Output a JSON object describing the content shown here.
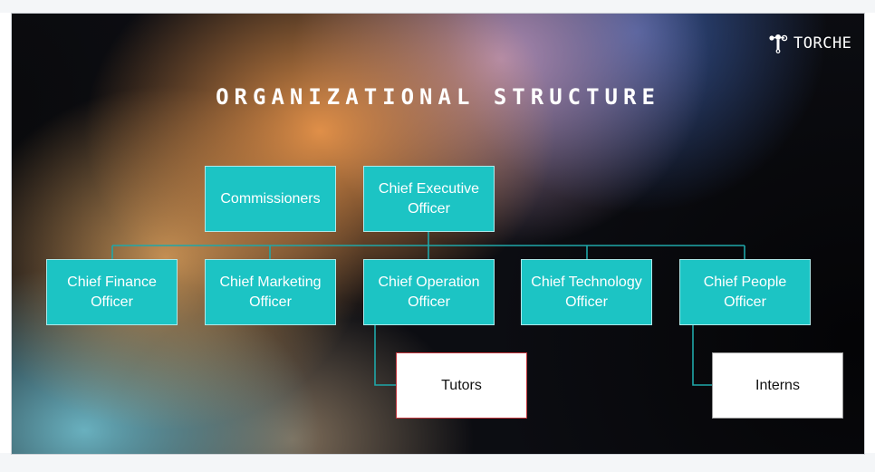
{
  "logo": {
    "text": "TORCHE",
    "icon": "torche-logo-icon"
  },
  "title": "ORGANIZATIONAL STRUCTURE",
  "colors": {
    "box_fill": "#1cc4c4",
    "line": "#1fa7a9",
    "box_text": "#ffffff"
  },
  "top_row": {
    "commissioners": "Commissioners",
    "ceo": "Chief Executive Officer"
  },
  "officers": {
    "cfo": "Chief Finance Officer",
    "cmo": "Chief Marketing Officer",
    "coo": "Chief Operation Officer",
    "cto": "Chief Technology Officer",
    "cpo": "Chief People Officer"
  },
  "sub": {
    "tutors": "Tutors",
    "interns": "Interns"
  }
}
